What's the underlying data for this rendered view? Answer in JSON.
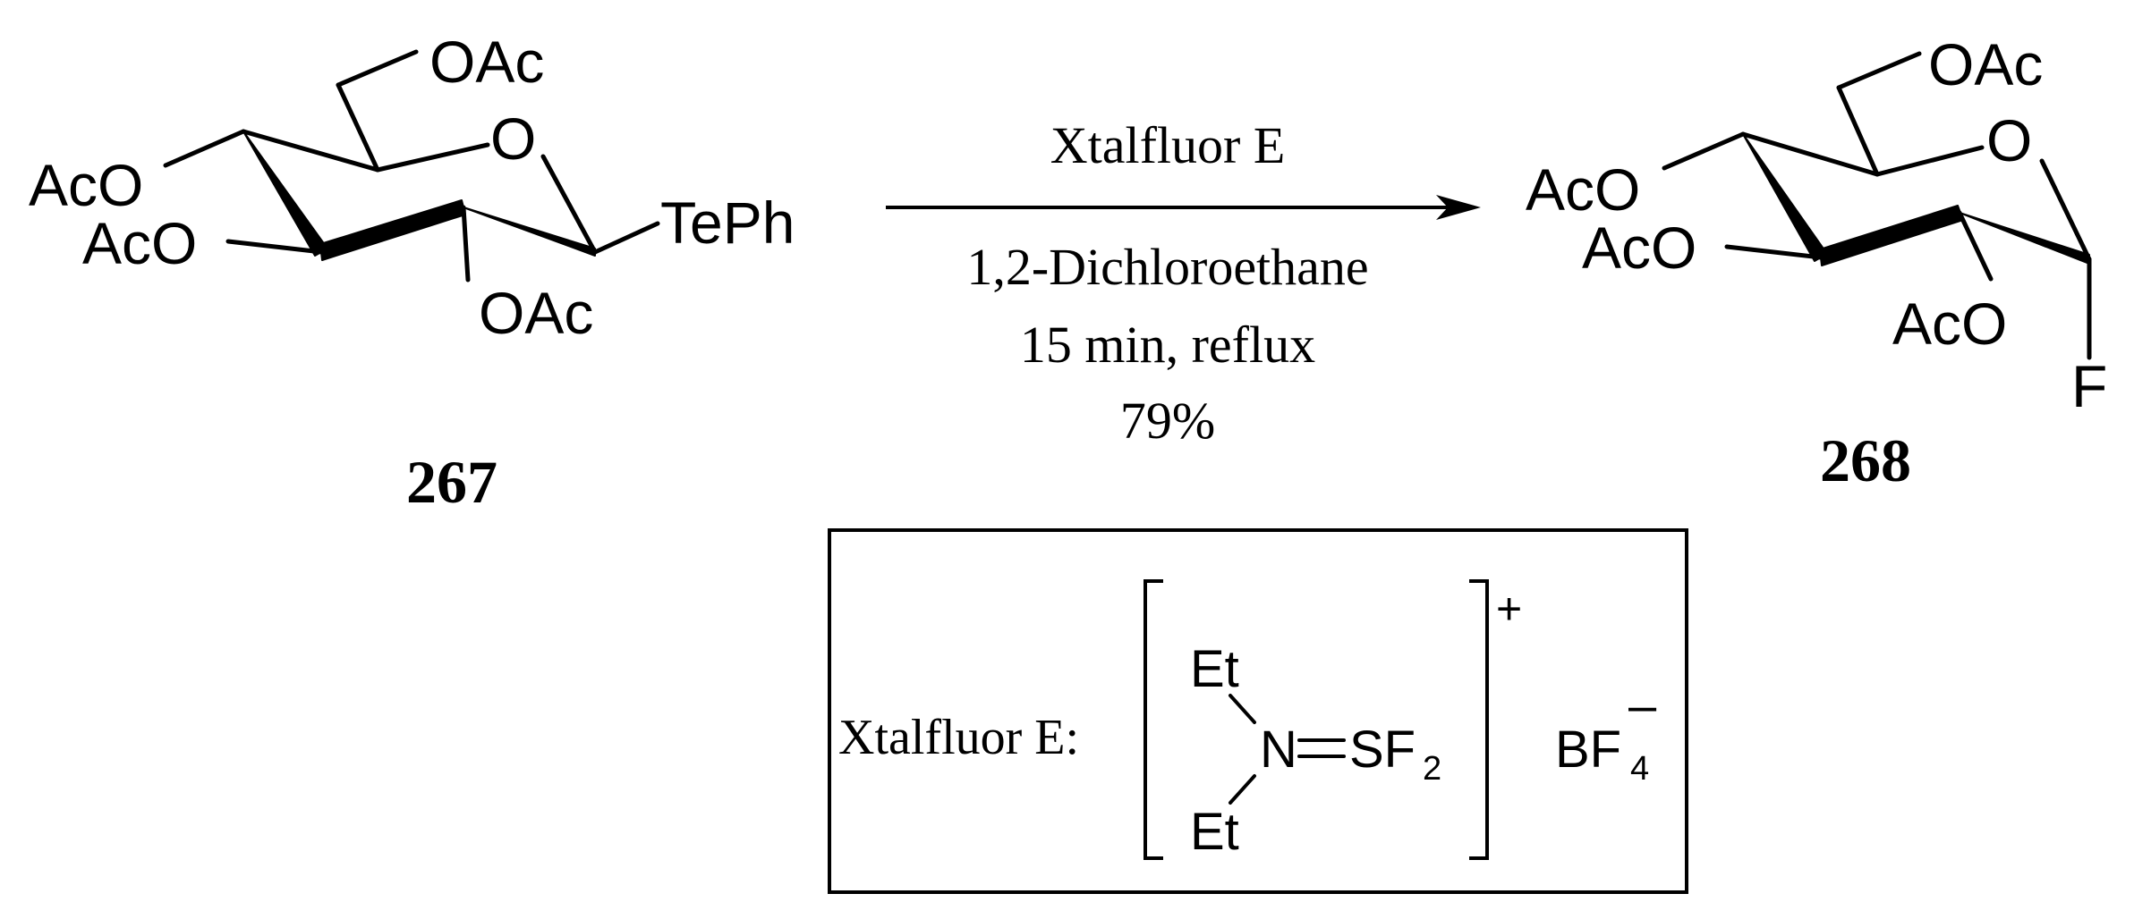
{
  "reactant": {
    "label": "267",
    "groups": {
      "oac_c6": "OAc",
      "ring_o": "O",
      "aco_c4": "AcO",
      "aco_c3": "AcO",
      "tephenyl": "TePh",
      "oac_c2": "OAc"
    }
  },
  "product": {
    "label": "268",
    "groups": {
      "oac_c6": "OAc",
      "ring_o": "O",
      "aco_c4": "AcO",
      "aco_c3": "AcO",
      "aco_c2": "AcO",
      "fluorine": "F"
    }
  },
  "conditions": {
    "reagent": "Xtalfluor E",
    "solvent": "1,2-Dichloroethane",
    "time_temp": "15 min, reflux",
    "yield": "79%"
  },
  "reagent_box": {
    "title": "Xtalfluor E:",
    "et_top": "Et",
    "et_bottom": "Et",
    "n": "N",
    "sf": "SF",
    "sf_sub": "2",
    "charge_plus": "+",
    "counter_ion": "BF",
    "counter_sub": "4",
    "charge_minus": "–"
  }
}
